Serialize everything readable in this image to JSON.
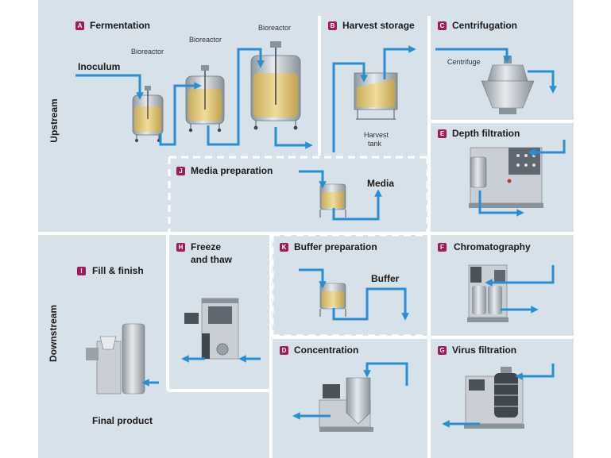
{
  "sections": {
    "upstream": "Upstream",
    "downstream": "Downstream"
  },
  "steps": {
    "A": {
      "badge": "A",
      "title": "Fermentation"
    },
    "B": {
      "badge": "B",
      "title": "Harvest storage"
    },
    "C": {
      "badge": "C",
      "title": "Centrifugation"
    },
    "D": {
      "badge": "D",
      "title": "Concentration"
    },
    "E": {
      "badge": "E",
      "title": "Depth filtration"
    },
    "F": {
      "badge": "F",
      "title": "Chromatography"
    },
    "G": {
      "badge": "G",
      "title": "Virus filtration"
    },
    "H": {
      "badge": "H",
      "title_line1": "Freeze",
      "title_line2": "and thaw"
    },
    "I": {
      "badge": "I",
      "title": "Fill & finish"
    },
    "J": {
      "badge": "J",
      "title": "Media preparation"
    },
    "K": {
      "badge": "K",
      "title": "Buffer preparation"
    }
  },
  "labels": {
    "inoculum": "Inoculum",
    "bioreactor_1": "Bioreactor",
    "bioreactor_2": "Bioreactor",
    "bioreactor_3": "Bioreactor",
    "harvest_tank_line1": "Harvest",
    "harvest_tank_line2": "tank",
    "centrifuge": "Centrifuge",
    "media": "Media",
    "buffer": "Buffer",
    "final_product": "Final product"
  },
  "colors": {
    "background": "#d7e1ea",
    "flow": "#2a8fd0",
    "badge": "#a3195b",
    "liquid": "#e8d28a",
    "steel": "#b9c0c6"
  }
}
